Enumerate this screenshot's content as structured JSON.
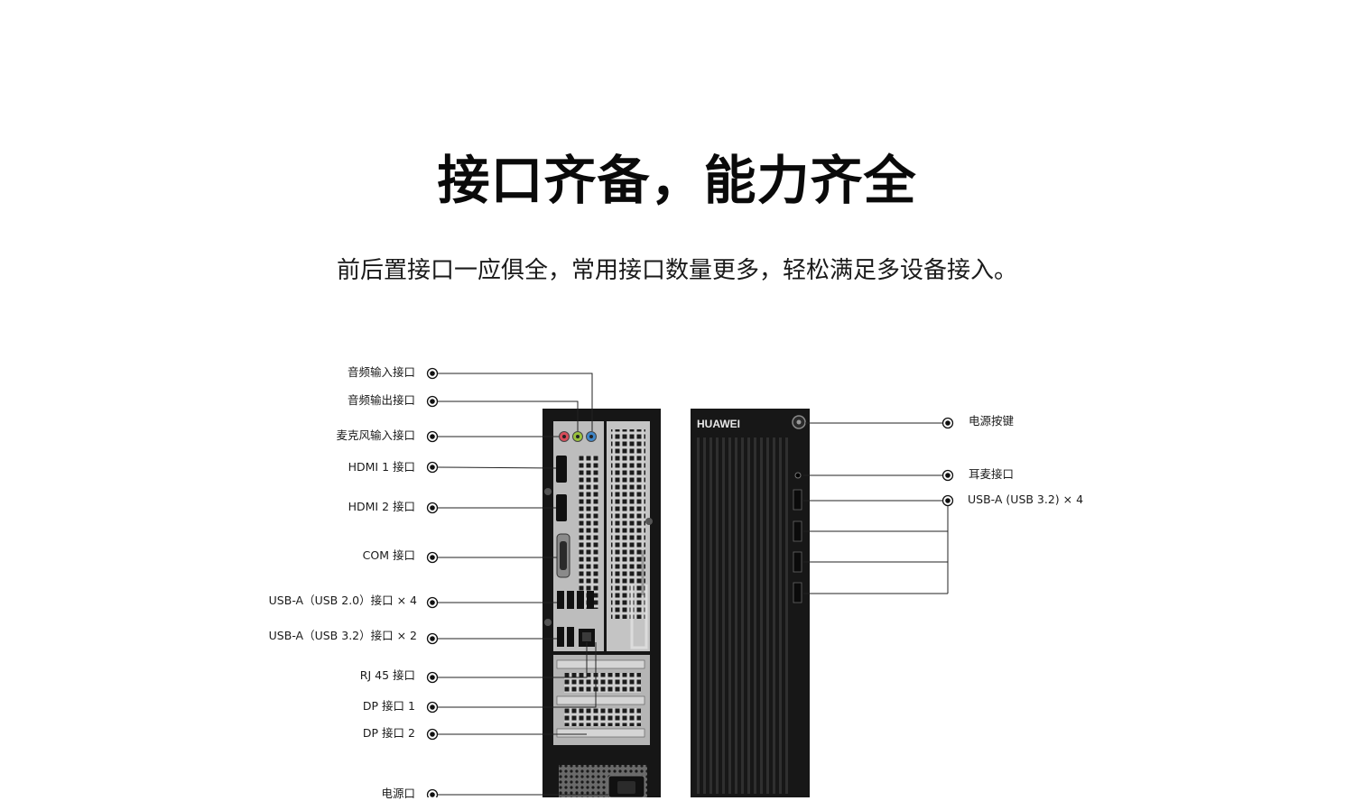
{
  "headline": "接口齐备，能力齐全",
  "subline": "前后置接口一应俱全，常用接口数量更多，轻松满足多设备接入。",
  "brand_mark": "HUAWEI",
  "rear_ports": [
    {
      "id": "audio-in",
      "label": "音频输入接口"
    },
    {
      "id": "audio-out",
      "label": "音频输出接口"
    },
    {
      "id": "mic-in",
      "label": "麦克风输入接口"
    },
    {
      "id": "hdmi-1",
      "label": "HDMI 1 接口"
    },
    {
      "id": "hdmi-2",
      "label": "HDMI 2 接口"
    },
    {
      "id": "com",
      "label": "COM 接口"
    },
    {
      "id": "usb20",
      "label": "USB-A（USB 2.0）接口 × 4"
    },
    {
      "id": "usb32-rear",
      "label": "USB-A（USB 3.2）接口 × 2"
    },
    {
      "id": "rj45",
      "label": "RJ 45 接口"
    },
    {
      "id": "dp-1",
      "label": "DP 接口 1"
    },
    {
      "id": "dp-2",
      "label": "DP 接口 2"
    },
    {
      "id": "power-in",
      "label": "电源口"
    }
  ],
  "front_ports": [
    {
      "id": "power-button",
      "label": "电源按键"
    },
    {
      "id": "headset",
      "label": "耳麦接口"
    },
    {
      "id": "usb32-front",
      "label": "USB-A (USB 3.2) × 4"
    }
  ],
  "colors": {
    "chassis": "#151515",
    "panel": "#b8b8b8",
    "audio_in": "#3f86c8",
    "audio_out": "#9ac23c",
    "mic_in": "#d94c5a",
    "leader": "#222222"
  }
}
